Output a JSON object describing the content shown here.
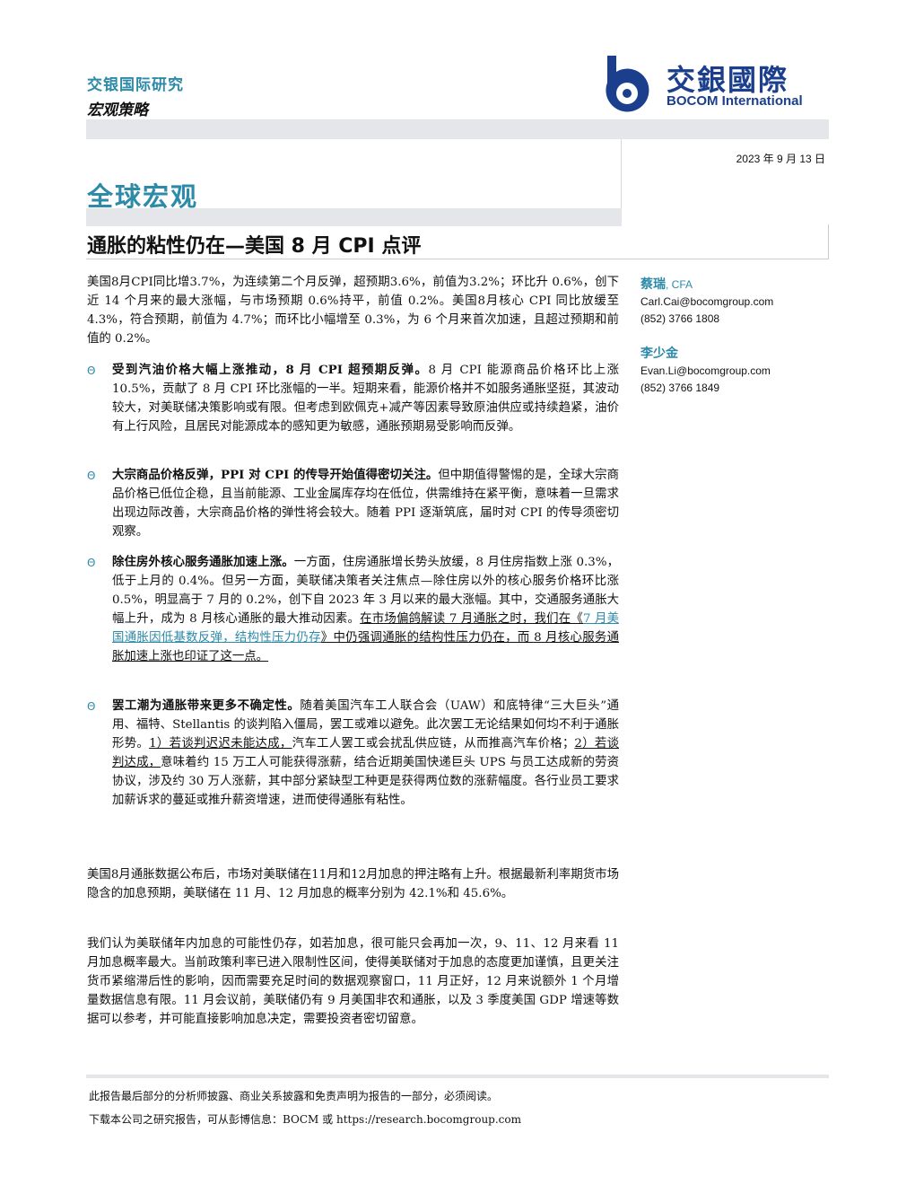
{
  "header": {
    "brand": "交银国际研究",
    "category": "宏观策略",
    "logo_cn": "交銀國際",
    "logo_en": "BOCOM International",
    "date": "2023 年 9 月 13 日",
    "section": "全球宏观",
    "title": "通胀的粘性仍在—美国 8 月 CPI 点评"
  },
  "summary": "美国8月CPI同比增3.7%，为连续第二个月反弹，超预期3.6%，前值为3.2%；环比升 0.6%，创下近 14 个月来的最大涨幅，与市场预期 0.6%持平，前值 0.2%。美国8月核心 CPI 同比放缓至 4.3%，符合预期，前值为 4.7%；而环比小幅增至 0.3%，为 6 个月来首次加速，且超过预期和前值的 0.2%。",
  "bullets": [
    {
      "head": "受到汽油价格大幅上涨推动，8 月 CPI 超预期反弹。",
      "text": "8 月 CPI 能源商品价格环比上涨 10.5%，贡献了 8 月 CPI 环比涨幅的一半。短期来看，能源价格并不如服务通胀坚挺，其波动较大，对美联储决策影响或有限。但考虑到欧佩克+减产等因素导致原油供应或持续趋紧，油价有上行风险，且居民对能源成本的感知更为敏感，通胀预期易受影响而反弹。"
    },
    {
      "head": "大宗商品价格反弹，PPI 对 CPI 的传导开始值得密切关注。",
      "text": "但中期值得警惕的是，全球大宗商品价格已低位企稳，且当前能源、工业金属库存均在低位，供需维持在紧平衡，意味着一旦需求出现边际改善，大宗商品价格的弹性将会较大。随着 PPI 逐渐筑底，届时对 CPI 的传导须密切观察。"
    },
    {
      "head": "除住房外核心服务通胀加速上涨。",
      "text": "一方面，住房通胀增长势头放缓，8 月住房指数上涨 0.3%，低于上月的 0.4%。但另一方面，美联储决策者关注焦点—除住房以外的核心服务价格环比涨 0.5%，明显高于 7 月的 0.2%，创下自 2023 年 3 月以来的最大涨幅。其中，交通服务通胀大幅上升，成为 8 月核心通胀的最大推动因素。",
      "u1": "在市场偏鸽解读 7 月通胀之时，我们在《",
      "link": "7 月美国通胀因低基数反弹，结构性压力仍存",
      "u2": "》中仍强调通胀的结构性压力仍在，而 8 月核心服务通胀加速上涨也印证了这一点。"
    },
    {
      "head": "罢工潮为通胀带来更多不确定性。",
      "text": "随着美国汽车工人联合会（UAW）和底特律“三大巨头”通用、福特、Stellantis 的谈判陷入僵局，罢工或难以避免。此次罢工无论结果如何均不利于通胀形势。",
      "u1": "1）若谈判迟迟未能达成，",
      "mid": "汽车工人罢工或会扰乱供应链，从而推高汽车价格；",
      "u2": "2）若谈判达成，",
      "tail": "意味着约 15 万工人可能获得涨薪，结合近期美国快递巨头 UPS 与员工达成新的劳资协议，涉及约 30 万人涨薪，其中部分紧缺型工种更是获得两位数的涨薪幅度。各行业员工要求加薪诉求的蔓延或推升薪资增速，进而使得通胀有粘性。"
    }
  ],
  "para2": "美国8月通胀数据公布后，市场对美联储在11月和12月加息的押注略有上升。根据最新利率期货市场隐含的加息预期，美联储在 11 月、12 月加息的概率分别为 42.1%和 45.6%。",
  "para3": "我们认为美联储年内加息的可能性仍存，如若加息，很可能只会再加一次，9、11、12 月来看 11 月加息概率最大。当前政策利率已进入限制性区间，使得美联储对于加息的态度更加谨慎，且更关注货币紧缩滞后性的影响，因而需要充足时间的数据观察窗口，11 月正好，12 月来说额外 1 个月增量数据信息有限。11 月会议前，美联储仍有 9 月美国非农和通胀，以及 3 季度美国 GDP 增速等数据可以参考，并可能直接影响加息决定，需要投资者密切留意。",
  "analysts": [
    {
      "name": "蔡瑞",
      "cfa": ", CFA",
      "email": "Carl.Cai@bocomgroup.com",
      "phone": "(852) 3766 1808"
    },
    {
      "name": "李少金",
      "cfa": "",
      "email": "Evan.Li@bocomgroup.com",
      "phone": "(852) 3766 1849"
    }
  ],
  "footer": {
    "disclaimer": "此报告最后部分的分析师披露、商业关系披露和免责声明为报告的一部分，必须阅读。",
    "download": "下载本公司之研究报告，可从彭博信息：BOCM 或 https://research.bocomgroup.com"
  },
  "colors": {
    "accent": "#2d8aa8",
    "logo": "#1b3f8c",
    "band": "#e4e6ea"
  }
}
